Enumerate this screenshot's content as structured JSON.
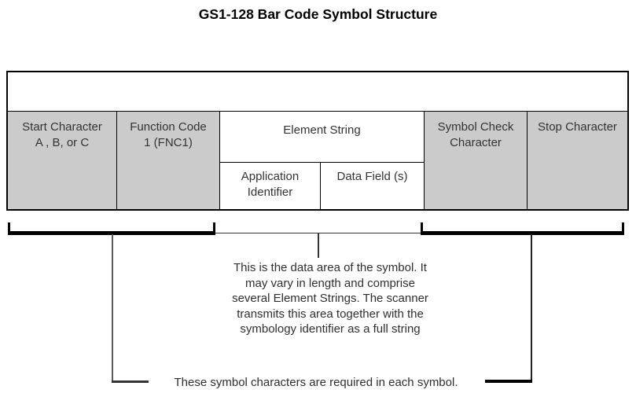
{
  "title": "GS1-128 Bar Code Symbol Structure",
  "colors": {
    "cell_gray": "#cbcbcb",
    "border_black": "#000000",
    "text_dark": "#333333"
  },
  "table": {
    "start_character": {
      "line1": "Start Character",
      "line2": "A , B, or C"
    },
    "function_code": {
      "line1": "Function Code",
      "line2": "1 (FNC1)"
    },
    "element_string": {
      "label": "Element String"
    },
    "application_identifier": {
      "line1": "Application",
      "line2": "Identifier"
    },
    "data_field": {
      "label": "Data Field (s)"
    },
    "symbol_check": {
      "line1": "Symbol Check",
      "line2": "Character"
    },
    "stop_character": {
      "label": "Stop Character"
    }
  },
  "notes": {
    "data_area": {
      "lines": [
        "This is the data area of the symbol. It",
        "may vary in length and comprise",
        "several Element Strings. The scanner",
        "transmits this area together with the",
        "symbology identifier as a full string"
      ]
    },
    "required": "These symbol characters are required in each symbol."
  }
}
